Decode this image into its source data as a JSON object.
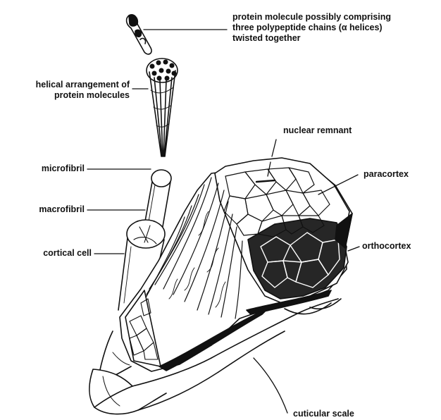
{
  "labels": {
    "protein_molecule": [
      "protein molecule possibly comprising",
      "three polypeptide chains (α helices)",
      "twisted together"
    ],
    "helical": [
      "helical arrangement of",
      "protein molecules"
    ],
    "microfibril": "microfibril",
    "macrofibril": "macrofibril",
    "cortical_cell": "cortical cell",
    "nuclear_remnant": "nuclear remnant",
    "paracortex": "paracortex",
    "orthocortex": "orthocortex",
    "cuticular_scale": "cuticular scale"
  },
  "colors": {
    "ink": "#111111",
    "paper": "#ffffff",
    "shade": "#2a2a2a"
  }
}
